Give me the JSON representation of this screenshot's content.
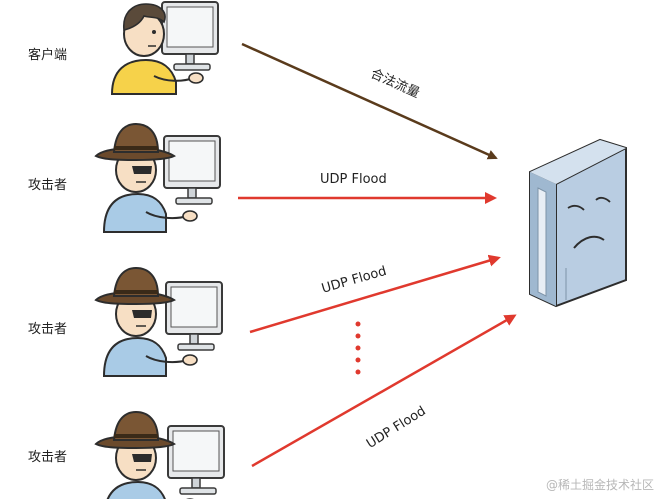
{
  "actors": [
    {
      "label": "客户端",
      "role": "client"
    },
    {
      "label": "攻击者",
      "role": "attacker"
    },
    {
      "label": "攻击者",
      "role": "attacker"
    },
    {
      "label": "攻击者",
      "role": "attacker"
    }
  ],
  "arrows": [
    {
      "label": "合法流量",
      "color": "#5a3b1c"
    },
    {
      "label": "UDP Flood",
      "color": "#e0392e"
    },
    {
      "label": "UDP Flood",
      "color": "#e0392e"
    },
    {
      "label": "UDP Flood",
      "color": "#e0392e"
    }
  ],
  "watermark": "@稀土掘金技术社区",
  "colors": {
    "skin": "#f7dfc4",
    "client_shirt": "#f6d24a",
    "attacker_shirt": "#a9cbe6",
    "hat": "#6b4a2c",
    "server": "#b9cde2",
    "monitor_frame": "#dfe3e6"
  }
}
